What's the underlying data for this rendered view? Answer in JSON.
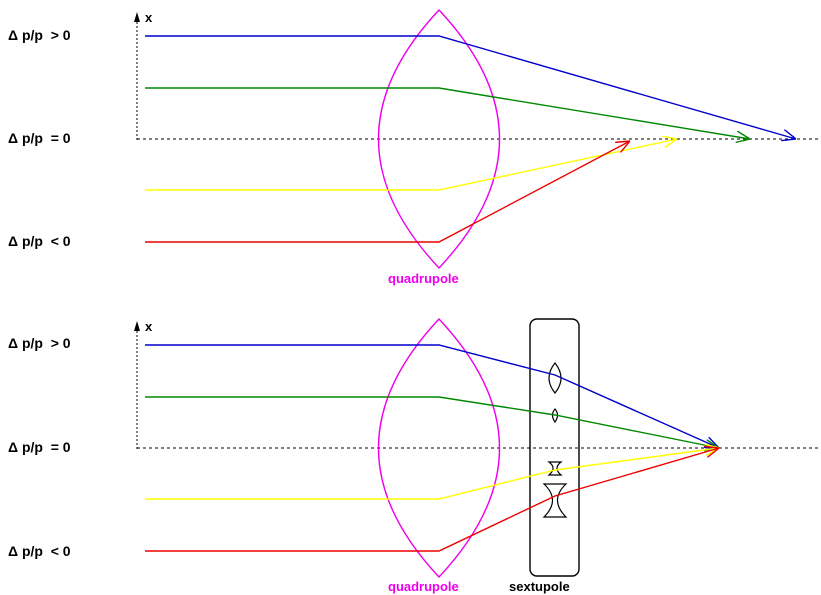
{
  "panels": [
    {
      "id": "top",
      "axis_label": "x",
      "labels": {
        "positive": "Δ p/p  > 0",
        "zero": "Δ p/p  = 0",
        "negative": "Δ p/p  < 0"
      },
      "captions": {
        "quadrupole": "quadrupole"
      }
    },
    {
      "id": "bottom",
      "axis_label": "x",
      "labels": {
        "positive": "Δ p/p  > 0",
        "zero": "Δ p/p  = 0",
        "negative": "Δ p/p  < 0"
      },
      "captions": {
        "quadrupole": "quadrupole",
        "sextupole": "sextupole"
      }
    }
  ],
  "colors": {
    "blue": "#0000cc",
    "green": "#008800",
    "yellow": "#ffff00",
    "red": "#ee0000",
    "magenta": "#ee00ee",
    "black": "#000000"
  }
}
